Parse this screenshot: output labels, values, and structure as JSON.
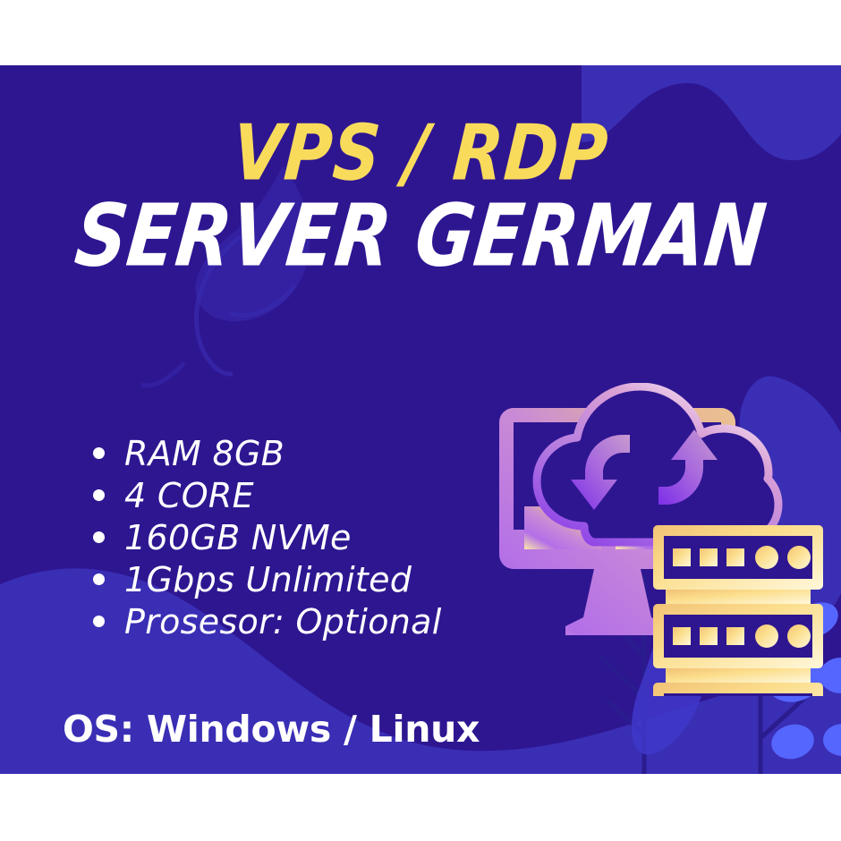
{
  "poster": {
    "background_color": "#2E1691",
    "accent_yellow": "#F9DB5C",
    "accent_white": "#FFFFFF",
    "wave_color": "#3A2EB5",
    "deco_dark_color": "#2A1C8E"
  },
  "headline": {
    "line1": "VPS / RDP",
    "line2": "SERVER GERMAN"
  },
  "specs": {
    "items": [
      {
        "label": "RAM 8GB"
      },
      {
        "label": "4 CORE"
      },
      {
        "label": "160GB NVMe"
      },
      {
        "label": "1Gbps Unlimited"
      },
      {
        "label": "Prosesor: Optional"
      }
    ]
  },
  "footer": {
    "os_label": "OS: Windows / Linux"
  },
  "illustration": {
    "name": "cloud-server-illustration",
    "parts": [
      {
        "name": "monitor-icon"
      },
      {
        "name": "cloud-icon"
      },
      {
        "name": "sync-arrows-icon"
      },
      {
        "name": "folder-icon-left"
      },
      {
        "name": "folder-icon-right"
      },
      {
        "name": "server-rack-icon"
      }
    ],
    "gradient_from": "#A855F7",
    "gradient_to": "#FDE68A"
  },
  "decorations": {
    "top_right_wave": "wave-shape",
    "bottom_left_wave": "wave-shape",
    "right_blob": "leaf-blob",
    "botanical": "branch-and-petals",
    "faint_leaf": "leaf-outline"
  }
}
